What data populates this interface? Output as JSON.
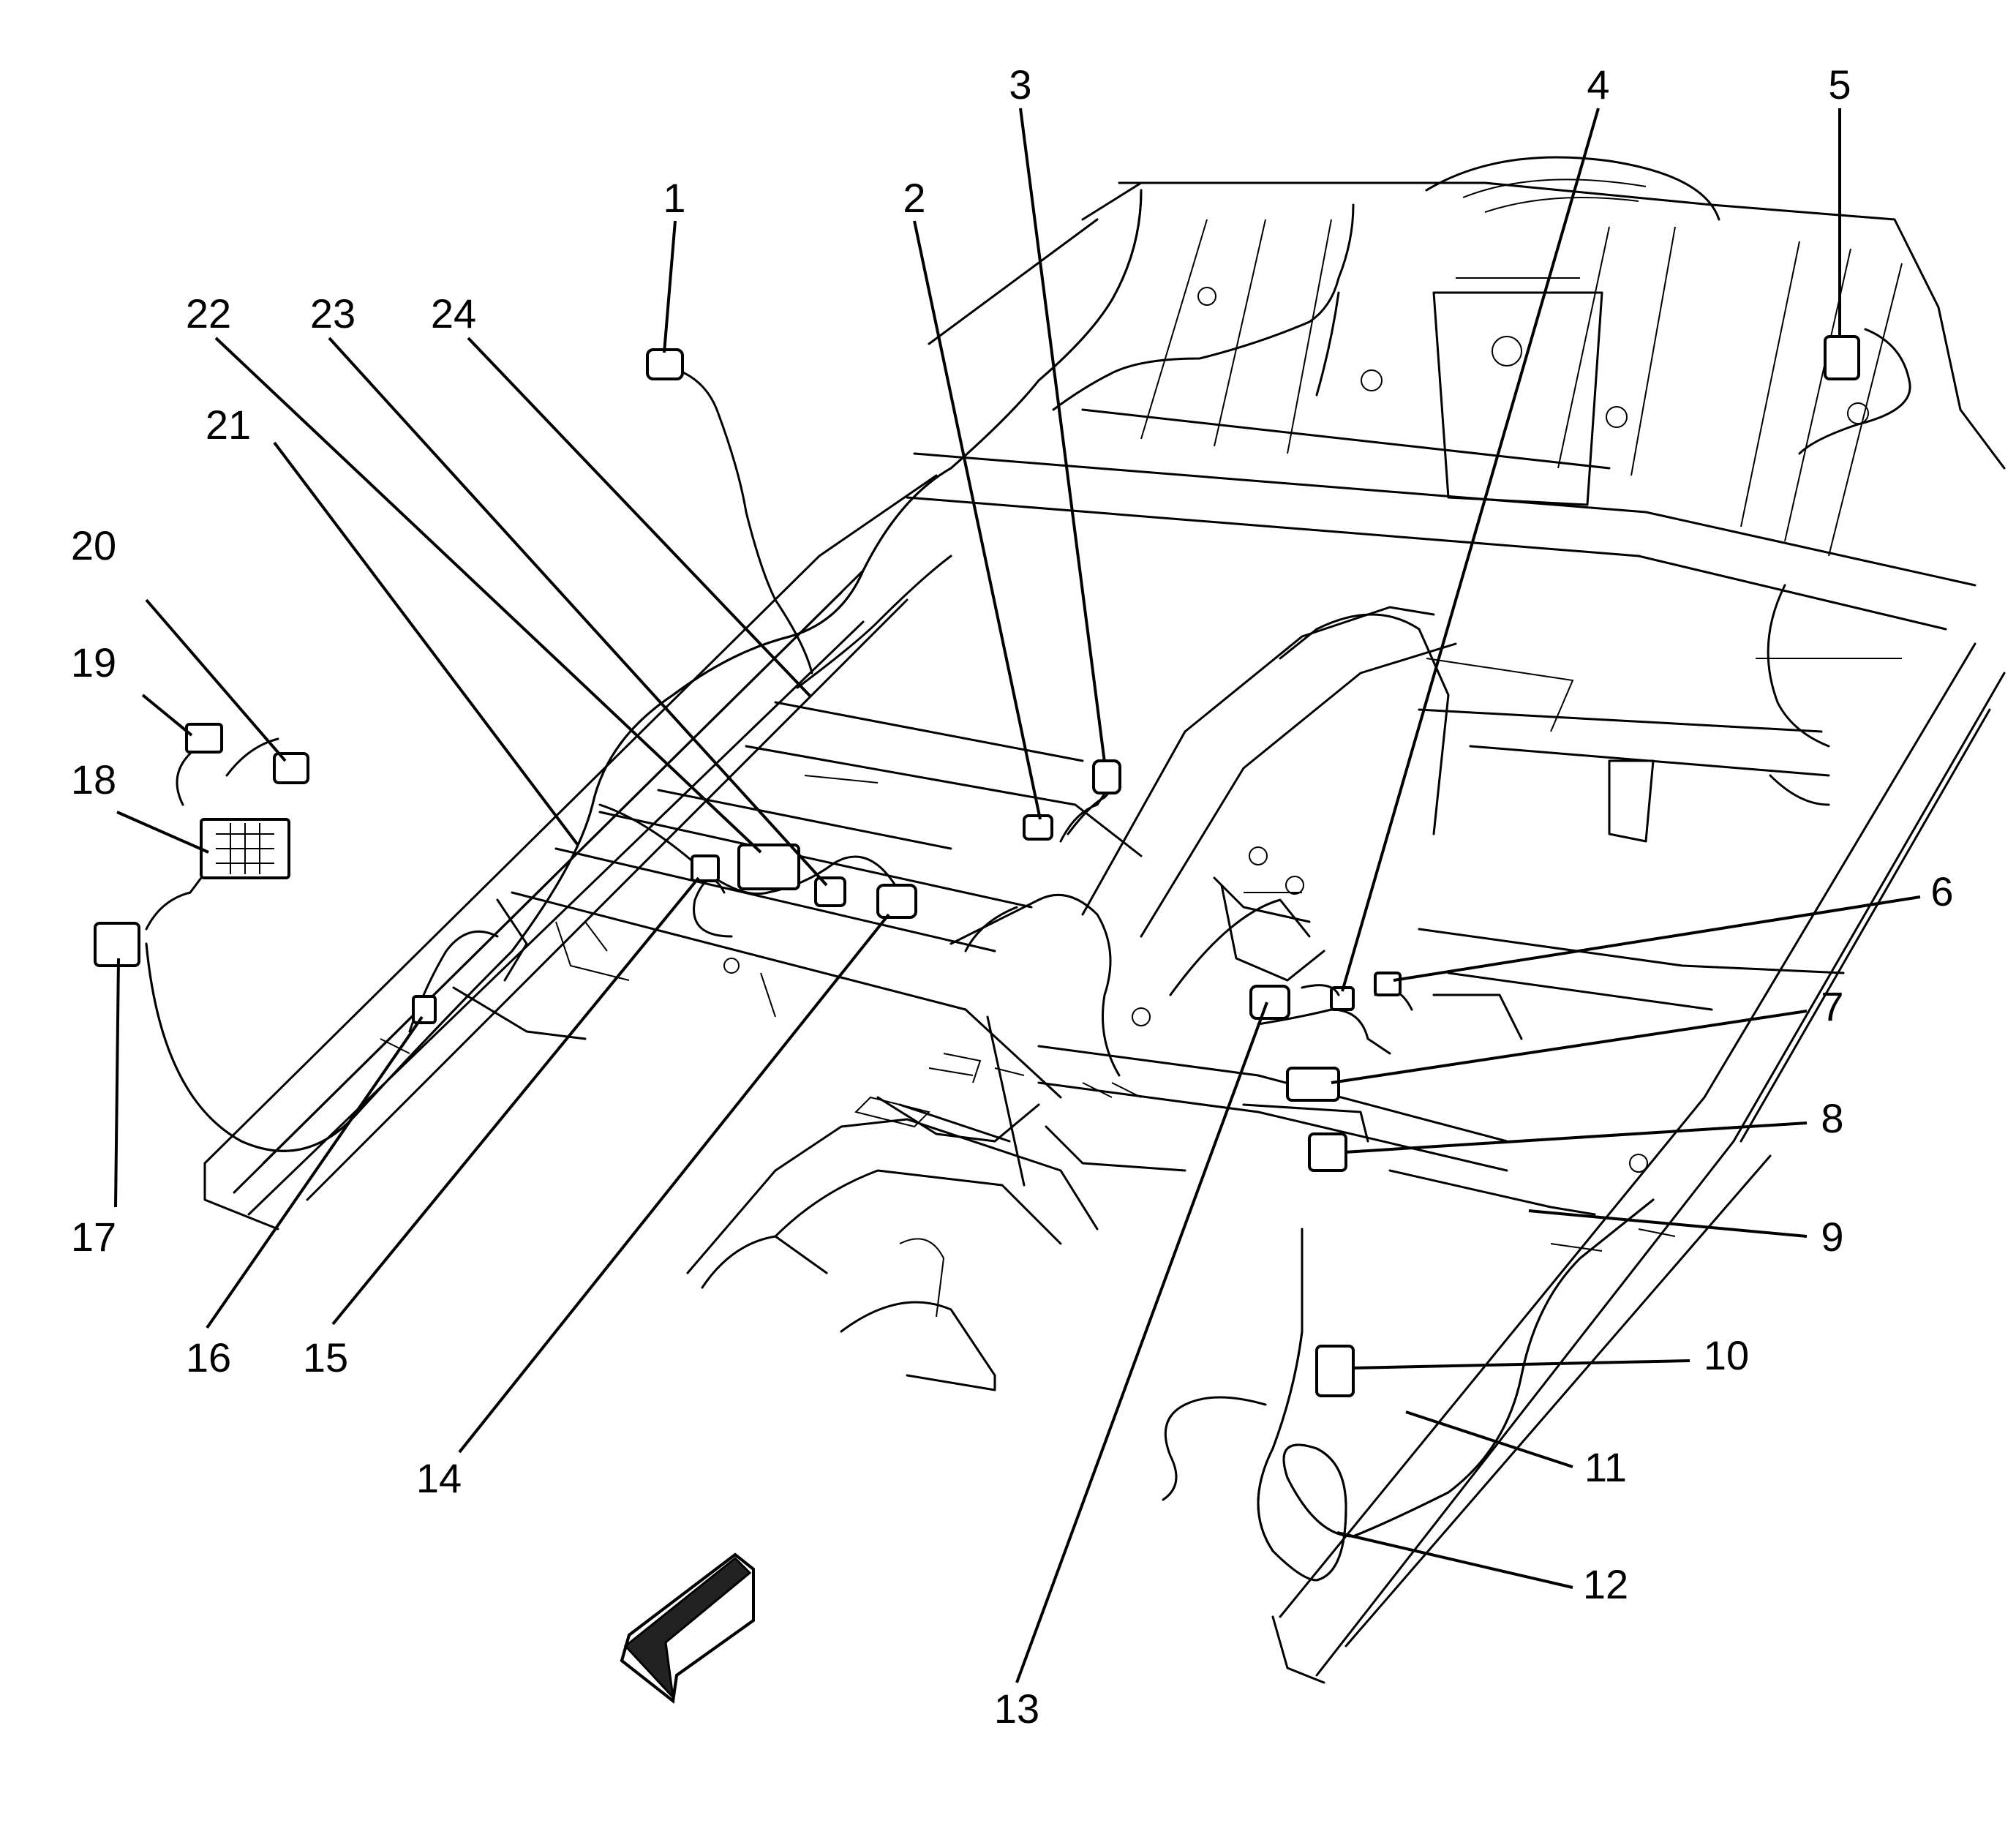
{
  "callouts": [
    {
      "label": "1"
    },
    {
      "label": "2"
    },
    {
      "label": "3"
    },
    {
      "label": "4"
    },
    {
      "label": "5"
    },
    {
      "label": "6"
    },
    {
      "label": "7"
    },
    {
      "label": "8"
    },
    {
      "label": "9"
    },
    {
      "label": "10"
    },
    {
      "label": "11"
    },
    {
      "label": "12"
    },
    {
      "label": "13"
    },
    {
      "label": "14"
    },
    {
      "label": "15"
    },
    {
      "label": "16"
    },
    {
      "label": "17"
    },
    {
      "label": "18"
    },
    {
      "label": "19"
    },
    {
      "label": "20"
    },
    {
      "label": "21"
    },
    {
      "label": "22"
    },
    {
      "label": "23"
    },
    {
      "label": "24"
    }
  ],
  "direction_arrow_icon": "front-direction-arrow-icon"
}
